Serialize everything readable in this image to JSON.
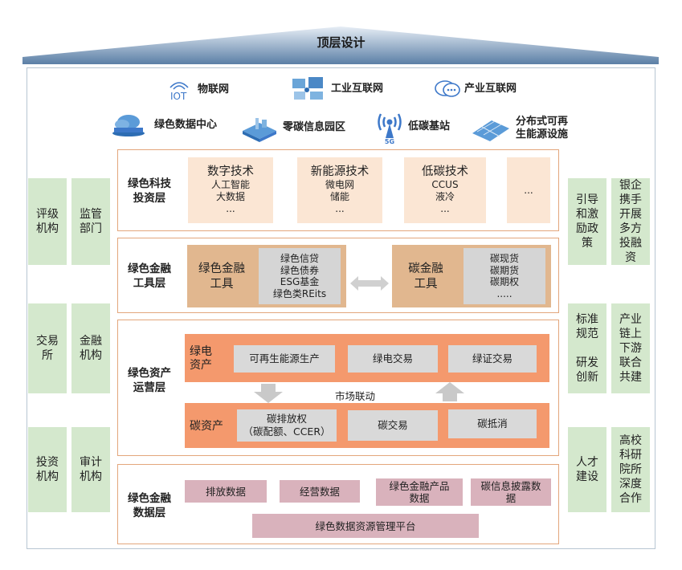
{
  "roof": {
    "title": "顶层设计"
  },
  "icons_row1": [
    {
      "icon": "iot-icon",
      "label": "物联网"
    },
    {
      "icon": "industrial-internet-icon",
      "label": "工业互联网"
    },
    {
      "icon": "chat-cloud-icon",
      "label": "产业互联网"
    }
  ],
  "icons_row2": [
    {
      "icon": "cloud-datacenter-icon",
      "label": "绿色数据中心"
    },
    {
      "icon": "factory-park-icon",
      "label": "零碳信息园区"
    },
    {
      "icon": "antenna-5g-icon",
      "label": "低碳基站",
      "badge": "5G"
    },
    {
      "icon": "renewable-energy-icon",
      "label": "分布式可再\n生能源设施"
    }
  ],
  "left_boxes": [
    "评级\n机构",
    "监管\n部门",
    "交易\n所",
    "金融\n机构",
    "投资\n机构",
    "审计\n机构"
  ],
  "right_boxes": [
    "引导\n和激\n励政\n策",
    "银企\n携手\n开展\n多方\n投融\n资",
    "标准\n规范\n\n研发\n创新",
    "产业\n链上\n下游\n联合\n共建",
    "人才\n建设",
    "高校\n科研\n院所\n深度\n合作"
  ],
  "tech_layer": {
    "title": "绿色科技\n投资层",
    "cols": [
      {
        "head": "数字技术",
        "lines": [
          "人工智能",
          "大数据",
          "..."
        ]
      },
      {
        "head": "新能源技术",
        "lines": [
          "微电网",
          "储能",
          "..."
        ]
      },
      {
        "head": "低碳技术",
        "lines": [
          "CCUS",
          "液冷",
          "..."
        ]
      },
      {
        "head": "",
        "lines": [
          "..."
        ]
      }
    ]
  },
  "finance_layer": {
    "title": "绿色金融\n工具层",
    "green_tool": "绿色金融\n工具",
    "green_items": [
      "绿色信贷",
      "绿色债券",
      "ESG基金",
      "绿色类REits"
    ],
    "carbon_tool": "碳金融\n工具",
    "carbon_items": [
      "碳现货",
      "碳期货",
      "碳期权",
      "....."
    ]
  },
  "asset_layer": {
    "title": "绿色资产\n运营层",
    "power_label": "绿电\n资产",
    "power_items": [
      "可再生能源生产",
      "绿电交易",
      "绿证交易"
    ],
    "linkage": "市场联动",
    "carbon_label": "碳资产",
    "carbon_items": [
      "碳排放权\n（碳配额、CCER）",
      "碳交易",
      "碳抵消"
    ]
  },
  "data_layer": {
    "title": "绿色金融\n数据层",
    "items": [
      "排放数据",
      "经营数据",
      "绿色金融产品\n数据",
      "碳信息披露数\n据"
    ],
    "platform": "绿色数据资源管理平台"
  },
  "colors": {
    "roof": "#5b7fa6",
    "green": "#d4e8cd",
    "orange": "#f4996d",
    "tan": "#e1b78f",
    "pink": "#d9b2bc"
  }
}
